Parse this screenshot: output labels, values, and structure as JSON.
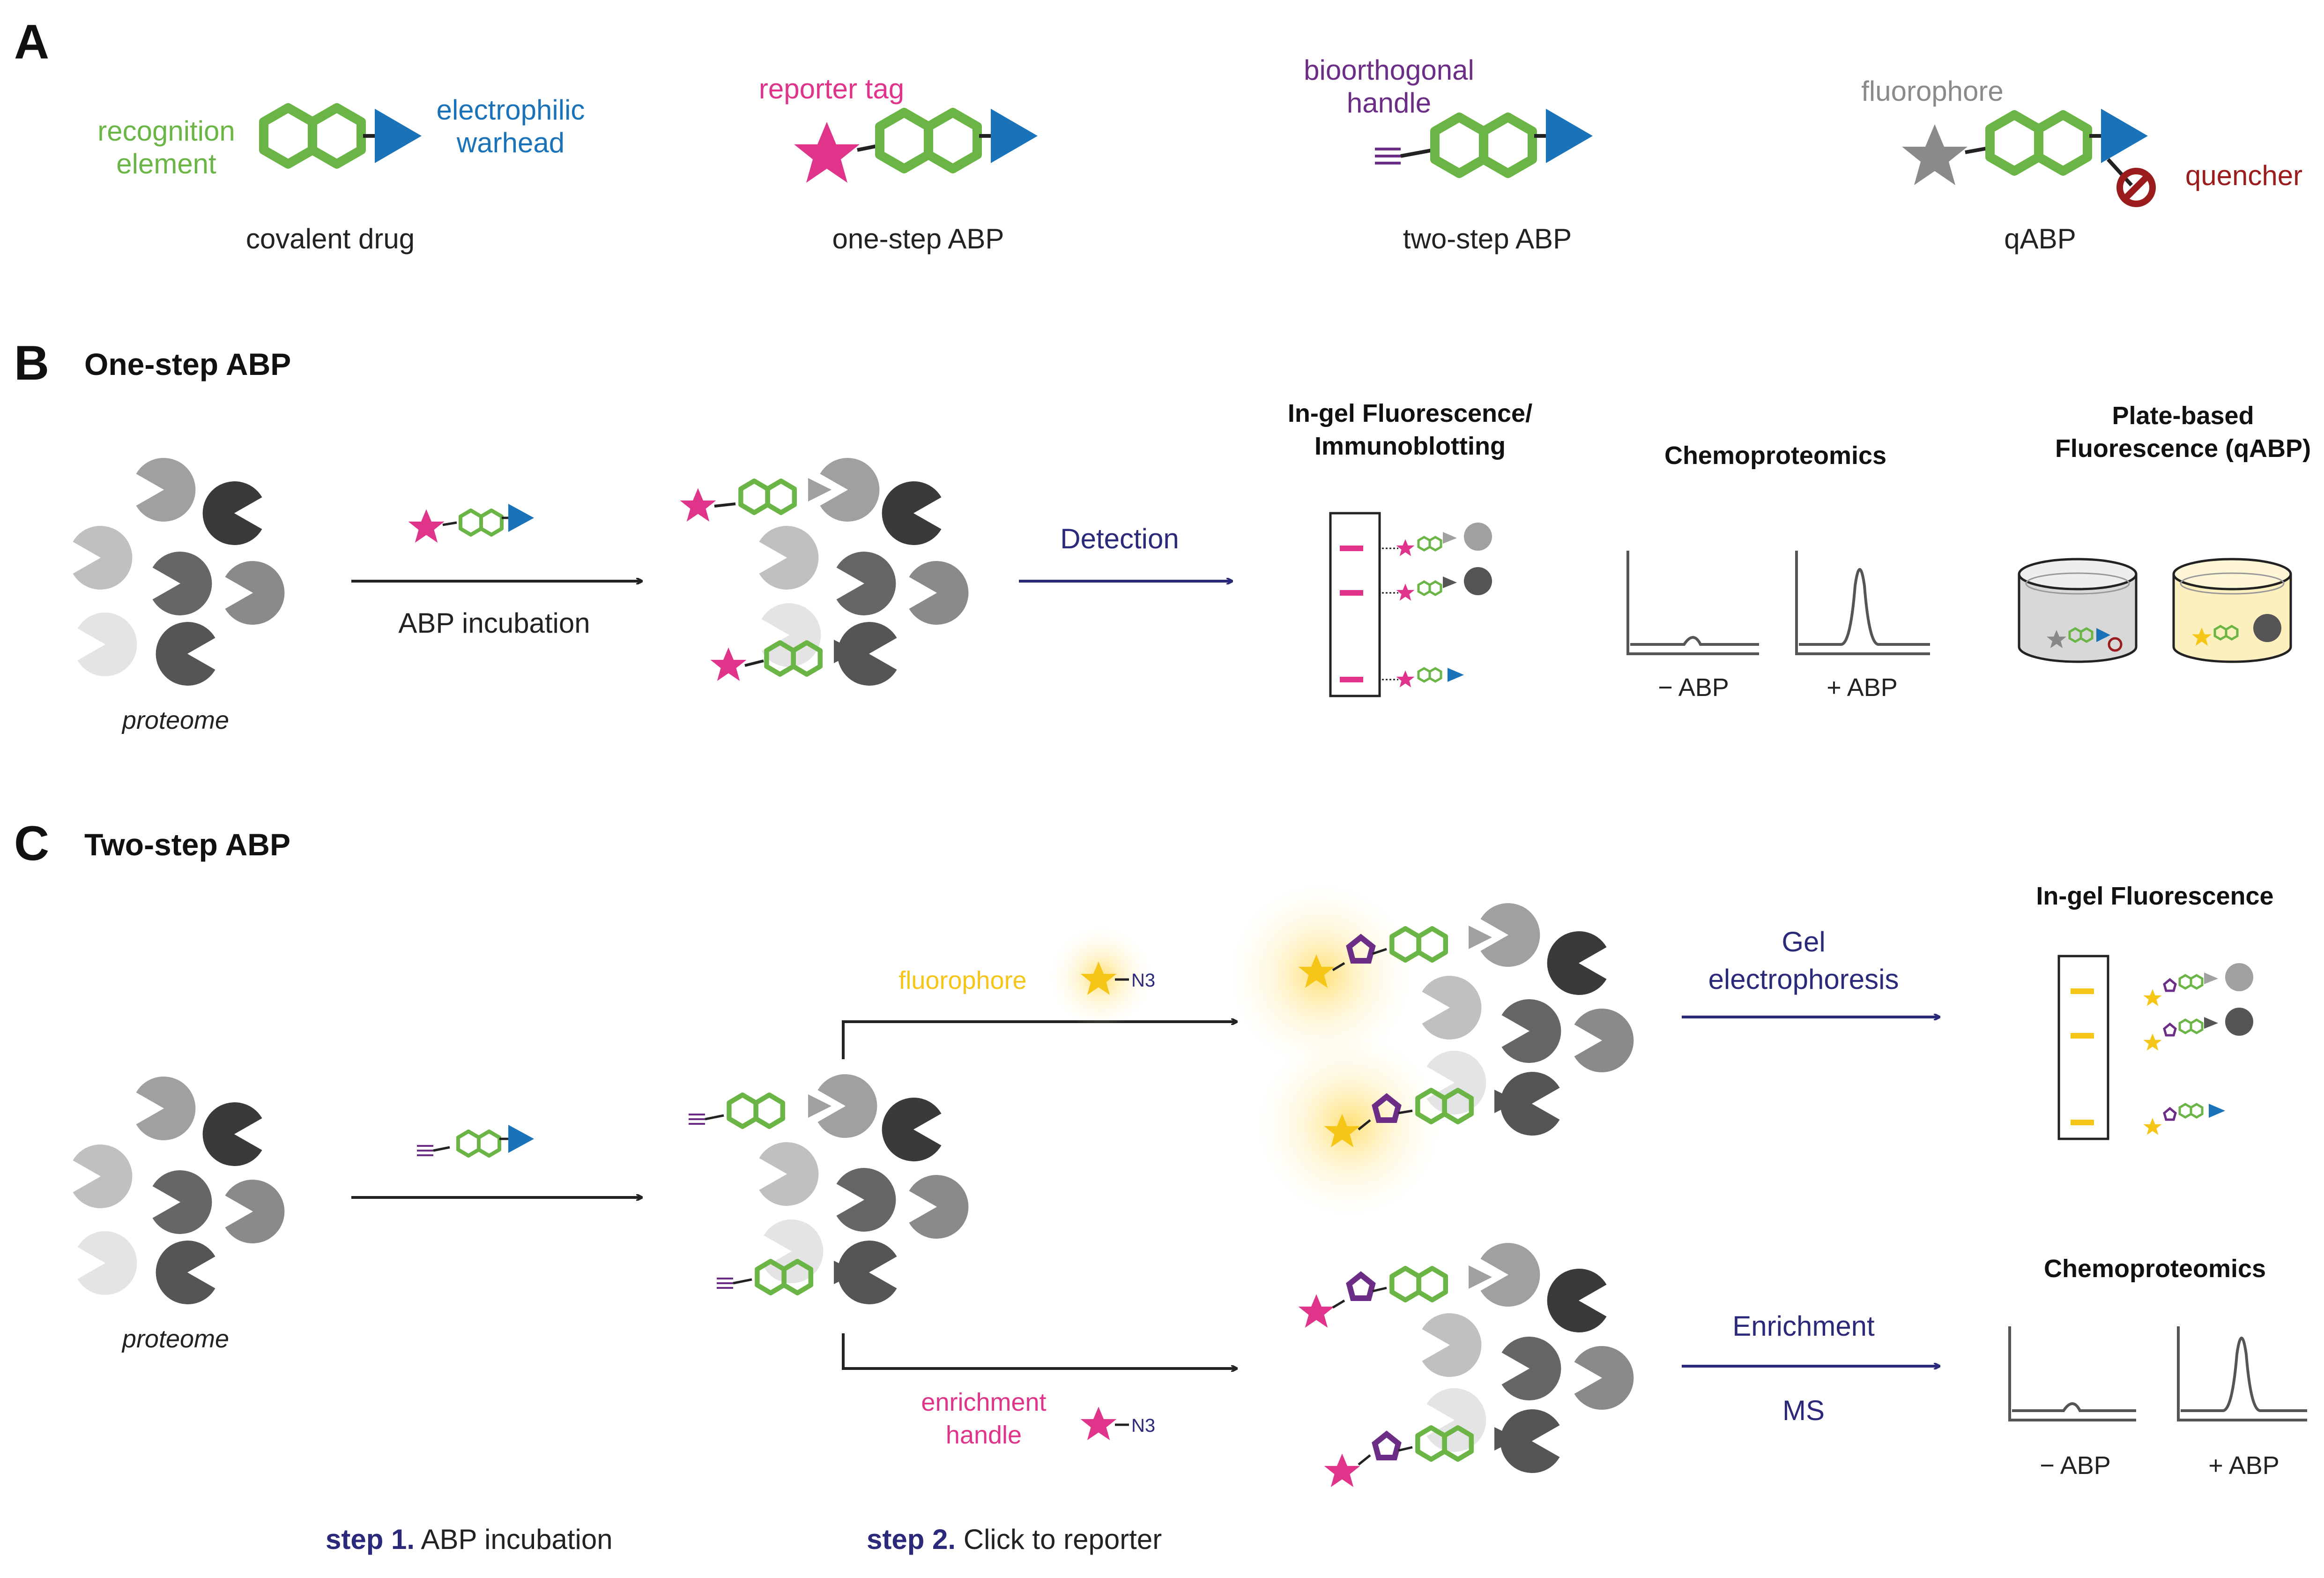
{
  "colors": {
    "green": "#6ab545",
    "blue": "#1a72b8",
    "magenta": "#e0338a",
    "purple": "#6b2d86",
    "grey": "#888888",
    "darkred": "#9b1c1c",
    "yellow": "#f5c518",
    "navy": "#2b2a7a"
  },
  "panel_a": {
    "letter": "A",
    "recognition_1": "recognition",
    "recognition_2": "element",
    "electrophilic_1": "electrophilic",
    "electrophilic_2": "warhead",
    "covalent_drug": "covalent drug",
    "reporter_tag": "reporter tag",
    "one_step": "one-step ABP",
    "bioorthogonal_1": "bioorthogonal",
    "bioorthogonal_2": "handle",
    "two_step": "two-step ABP",
    "fluorophore": "fluorophore",
    "quencher": "quencher",
    "qabp": "qABP"
  },
  "panel_b": {
    "letter": "B",
    "title": "One-step ABP",
    "proteome": "proteome",
    "incubation": "ABP incubation",
    "detection": "Detection",
    "ingel_1": "In-gel Fluorescence/",
    "ingel_2": "Immunoblotting",
    "chemoproteomics": "Chemoproteomics",
    "minus_abp": "− ABP",
    "plus_abp": "+ ABP",
    "plate_1": "Plate-based",
    "plate_2": "Fluorescence (qABP)"
  },
  "panel_c": {
    "letter": "C",
    "title": "Two-step ABP",
    "proteome": "proteome",
    "fluorophore": "fluorophore",
    "azide": "N3",
    "enrichment_1": "enrichment",
    "enrichment_2": "handle",
    "gel_1": "Gel",
    "gel_2": "electrophoresis",
    "ingel": "In-gel Fluorescence",
    "enrichment": "Enrichment",
    "ms": "MS",
    "chemoproteomics": "Chemoproteomics",
    "minus_abp": "− ABP",
    "plus_abp": "+ ABP",
    "step1_bold": "step 1.",
    "step1_text": " ABP incubation",
    "step2_bold": "step 2.",
    "step2_text": " Click to reporter"
  }
}
